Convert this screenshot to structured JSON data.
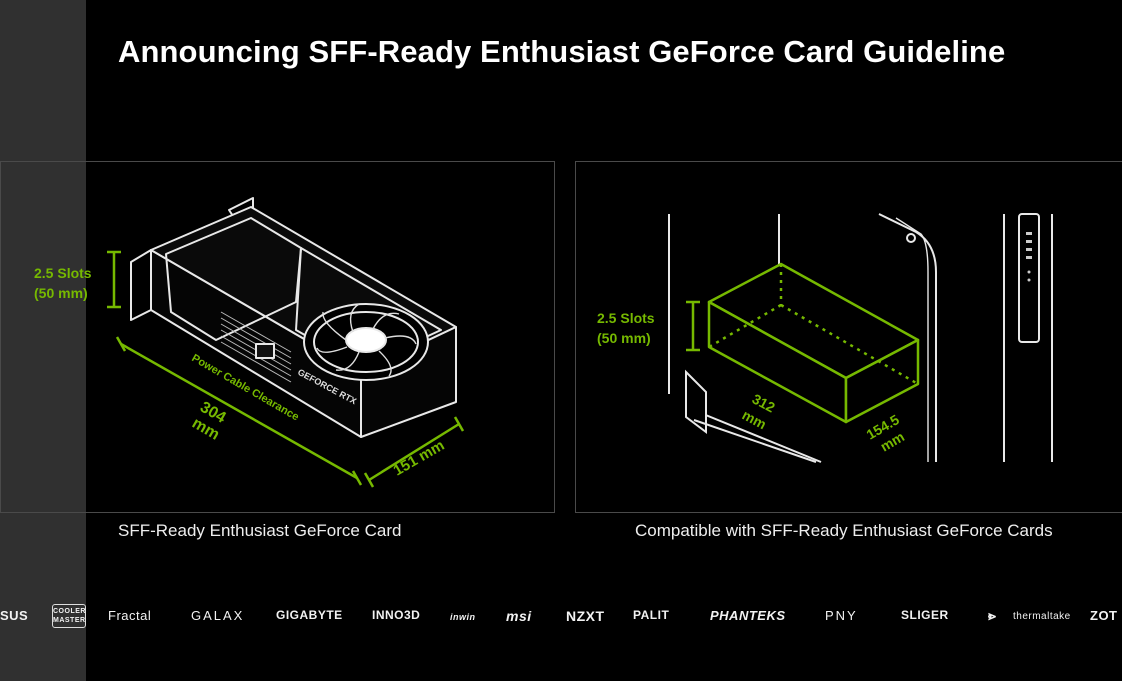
{
  "title": "Announcing SFF-Ready Enthusiast GeForce Card Guideline",
  "left_panel": {
    "slots_label_line1": "2.5 Slots",
    "slots_label_line2": "(50 mm)",
    "length_label": "304",
    "length_unit": "mm",
    "width_label": "151 mm",
    "power_cable_label": "Power Cable Clearance",
    "card_brand_text": "GEFORCE RTX",
    "caption": "SFF-Ready Enthusiast GeForce Card"
  },
  "right_panel": {
    "slots_label_line1": "2.5 Slots",
    "slots_label_line2": "(50 mm)",
    "length_label": "312",
    "length_unit": "mm",
    "width_label": "154.5",
    "width_unit": "mm",
    "caption": "Compatible with SFF-Ready Enthusiast GeForce Cards"
  },
  "partners": [
    "SUS",
    "COOLER MASTER",
    "Fractal",
    "GALAX",
    "GIGABYTE",
    "INNO3D",
    "inwin",
    "msi",
    "NZXT",
    "PALIT",
    "PHANTEKS",
    "PNY",
    "SLIGER",
    "thermaltake",
    "ZOT"
  ],
  "colors": {
    "accent": "#76b900",
    "background": "#000000",
    "sidebar": "#303030"
  }
}
